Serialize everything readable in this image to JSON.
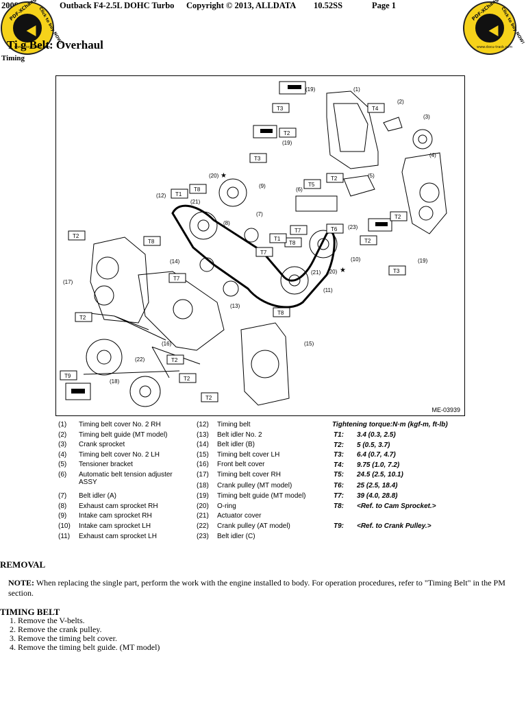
{
  "header": {
    "vehicle": "2009 S",
    "vehicle_rest": "Outback F4-2.5L DOHC Turbo",
    "copyright": "Copyright © 2013, ALLDATA",
    "version": "10.52SS",
    "page": "Page 1"
  },
  "badges": {
    "top_text": "PDF-XChange",
    "side_text": "www.docu-track.com",
    "click_text": "Click to buy NOW!"
  },
  "title": "Ti     g Belt: Overhaul",
  "subtitle": "Timing",
  "figure": {
    "code": "ME-03939",
    "part_labels": [
      "(1)",
      "(2)",
      "(3)",
      "(4)",
      "(5)",
      "(6)",
      "(7)",
      "(8)",
      "(9)",
      "(10)",
      "(11)",
      "(12)",
      "(13)",
      "(14)",
      "(15)",
      "(16)",
      "(17)",
      "(18)",
      "(19)",
      "(19)",
      "(19)",
      "(20)",
      "(20)",
      "(21)",
      "(21)",
      "(22)",
      "(23)"
    ],
    "torque_labels": [
      "T3",
      "T4",
      "T2",
      "T3",
      "T2",
      "T5",
      "T1",
      "T8",
      "T7",
      "T6",
      "T2",
      "T2",
      "T8",
      "T1",
      "T8",
      "T7",
      "T3",
      "T2",
      "T7",
      "T2",
      "T2",
      "T8",
      "T2",
      "T9",
      "T2"
    ]
  },
  "legend": {
    "col1": [
      {
        "n": "(1)",
        "text": "Timing belt cover No. 2 RH"
      },
      {
        "n": "(2)",
        "text": "Timing belt guide (MT model)"
      },
      {
        "n": "(3)",
        "text": "Crank sprocket"
      },
      {
        "n": "(4)",
        "text": "Timing belt cover No. 2 LH"
      },
      {
        "n": "(5)",
        "text": "Tensioner bracket"
      },
      {
        "n": "(6)",
        "text": "Automatic belt tension adjuster"
      },
      {
        "n": "",
        "text": "ASSY"
      },
      {
        "n": "(7)",
        "text": "Belt idler (A)"
      },
      {
        "n": "(8)",
        "text": "Exhaust cam sprocket RH"
      },
      {
        "n": "(9)",
        "text": "Intake cam sprocket RH"
      },
      {
        "n": "(10)",
        "text": "Intake cam sprocket LH"
      },
      {
        "n": "(11)",
        "text": "Exhaust cam sprocket LH"
      }
    ],
    "col2": [
      {
        "n": "(12)",
        "text": "Timing belt"
      },
      {
        "n": "(13)",
        "text": "Belt idler No. 2"
      },
      {
        "n": "(14)",
        "text": "Belt idler (B)"
      },
      {
        "n": "(15)",
        "text": "Timing belt cover LH"
      },
      {
        "n": "(16)",
        "text": "Front belt cover"
      },
      {
        "n": "(17)",
        "text": "Timing belt cover RH"
      },
      {
        "n": "(18)",
        "text": "Crank pulley (MT model)"
      },
      {
        "n": "(19)",
        "text": "Timing belt guide (MT model)"
      },
      {
        "n": "(20)",
        "text": "O-ring"
      },
      {
        "n": "(21)",
        "text": "Actuator cover"
      },
      {
        "n": "(22)",
        "text": "Crank pulley (AT model)"
      },
      {
        "n": "(23)",
        "text": "Belt idler (C)"
      }
    ],
    "torque_heading": "Tightening torque:N·m (kgf-m, ft-lb)",
    "torque": [
      {
        "k": "T1:",
        "v": "3.4 (0.3, 2.5)"
      },
      {
        "k": "T2:",
        "v": "5 (0.5, 3.7)"
      },
      {
        "k": "T3:",
        "v": "6.4 (0.7, 4.7)"
      },
      {
        "k": "T4:",
        "v": "9.75 (1.0, 7.2)"
      },
      {
        "k": "T5:",
        "v": "24.5 (2.5, 10.1)"
      },
      {
        "k": "T6:",
        "v": "25 (2.5, 18.4)"
      },
      {
        "k": "T7:",
        "v": "39 (4.0, 28.8)"
      },
      {
        "k": "T8:",
        "v": "<Ref. to Cam Sprocket.>"
      },
      {
        "k": "T9:",
        "v": "<Ref. to Crank Pulley.>"
      }
    ]
  },
  "removal": {
    "heading": "REMOVAL",
    "note_label": "NOTE:",
    "note_text": "When replacing the single part, perform the work with the engine installed to body. For operation procedures, refer to \"Timing Belt\" in the PM section."
  },
  "timing_belt": {
    "heading": "TIMING BELT",
    "steps": [
      "1.   Remove the V-belts.",
      "2.   Remove the crank pulley.",
      "3.   Remove the timing belt cover.",
      "4.   Remove the timing belt guide. (MT model)"
    ]
  }
}
